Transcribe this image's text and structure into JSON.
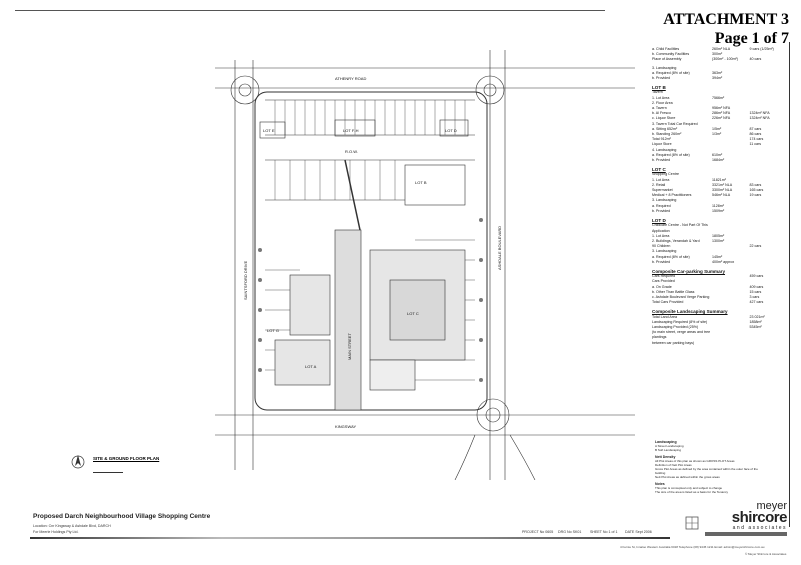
{
  "header": {
    "attachment": "ATTACHMENT 3",
    "page": "Page 1 of 7"
  },
  "plan": {
    "roads": {
      "north": "ATHENRY ROAD",
      "south": "KINGSWAY",
      "west": "SAINTSFORD DRIVE",
      "east": "ASHDALE BOULEVARD",
      "internal": "MAIN STREET",
      "row": "R.O.W."
    },
    "lots": [
      "LOT A",
      "LOT B",
      "LOT C",
      "LOT D",
      "LOT E",
      "LOT F-H",
      "LOT G"
    ],
    "drawing_title": "SITE & GROUND FLOOR PLAN"
  },
  "schedule": [
    {
      "heading": "",
      "rows": [
        [
          "a. Child Facilities",
          "260m² NLA",
          "9 cars (1/25m²)"
        ],
        [
          "b. Community Facilities",
          "300m²",
          ""
        ],
        [
          "Place of Assembly",
          "(300m² - 100m²)",
          "40 cars"
        ]
      ]
    },
    {
      "heading": "",
      "rows": [
        [
          "3. Landscaping",
          "",
          ""
        ],
        [
          "a. Required (8% of site)",
          "363m²",
          ""
        ],
        [
          "b. Provided",
          "394m²",
          ""
        ]
      ]
    },
    {
      "heading": "LOT B",
      "rows": [
        [
          "Tavern",
          "",
          ""
        ],
        [
          "1. Lot Area",
          "7566m²",
          ""
        ],
        [
          "2. Floor Area",
          "",
          ""
        ],
        [
          "a. Tavern",
          "956m² NFA",
          ""
        ],
        [
          "b. Al Fresco",
          "286m² NFA",
          "1324m² NFA"
        ],
        [
          "c. Liquor Store",
          "226m² NFA",
          "1324m² NFA"
        ],
        [
          "3. Tavern Total Car Required",
          "",
          ""
        ],
        [
          "a. Sitting 652m²",
          "1/5m²",
          "87 cars"
        ],
        [
          "b. Standing 260m²",
          "1/3m²",
          "86 cars"
        ],
        [
          "Total 912m²",
          "",
          "174 cars"
        ],
        [
          "Liquor Store",
          "",
          "11 cars"
        ],
        [
          "4. Landscaping",
          "",
          ""
        ],
        [
          "a. Required (8% of site)",
          "610m²",
          ""
        ],
        [
          "b. Provided",
          "1684m²",
          ""
        ]
      ]
    },
    {
      "heading": "LOT C",
      "rows": [
        [
          "Shopping Centre",
          "",
          ""
        ],
        [
          "1. Lot Area",
          "11821m²",
          ""
        ],
        [
          "2. Retail",
          "3321m² NLA",
          "83 cars"
        ],
        [
          "Supermarket",
          "3300m² NLA",
          "165 cars"
        ],
        [
          "Medical + 8 Practitioners",
          "546m² NLA",
          "19 cars"
        ],
        [
          "3. Landscaping",
          "",
          ""
        ],
        [
          "a. Required",
          "1128m²",
          ""
        ],
        [
          "b. Provided",
          "1509m²",
          ""
        ]
      ]
    },
    {
      "heading": "LOT D",
      "rows": [
        [
          "Childcare Centre - Not Part Of This Application",
          "",
          ""
        ],
        [
          "1. Lot Area",
          "1805m²",
          ""
        ],
        [
          "2. Buildings, Verandah & Yard",
          "1300m²",
          ""
        ],
        [
          "90 Children",
          "",
          "22 cars"
        ],
        [
          "3. Landscaping",
          "",
          ""
        ],
        [
          "a. Required (8% of site)",
          "145m²",
          ""
        ],
        [
          "b. Provided",
          "400m² approx",
          ""
        ]
      ]
    },
    {
      "heading": "Composite Car-parking Summary",
      "rows": [
        [
          "Cars Required",
          "",
          "459 cars"
        ],
        [
          "Cars Provided",
          "",
          ""
        ],
        [
          "a. On Grade",
          "",
          "409 cars"
        ],
        [
          "b. Other Than Battle Glass",
          "",
          "15 cars"
        ],
        [
          "c. Ashdale Boulevard Verge Parking",
          "",
          "3 cars"
        ],
        [
          "Total Cars Provided",
          "",
          "427 cars"
        ]
      ]
    },
    {
      "heading": "Composite Landscaping Summary",
      "rows": [
        [
          "Total Land Area",
          "",
          "23 021m²"
        ],
        [
          "Landscaping Required (8% of site)",
          "",
          "1858m²"
        ],
        [
          "Landscaping Provided (25%)",
          "",
          "5345m²"
        ],
        [
          "(to main street, verge areas and tree plantings",
          "",
          ""
        ],
        [
          "between car parking bays)",
          "",
          ""
        ]
      ]
    }
  ],
  "notes": {
    "legend_title": "Landscaping",
    "legend": [
      "A  Street Landscaping",
      "B  Soft Landscaping"
    ],
    "sec1_title": "Nett Density",
    "sec1": [
      "All Plot Areas of this plan as shown as GROSS PLOT Areas",
      "Definition of Nett Plot Areas",
      "Gross Plot Areas as defined by the area contained within the outer face of the building",
      "Nett Plot Areas as defined within the gross areas"
    ],
    "sec2_title": "Notes",
    "sec2": [
      "This plan is conceptual only and subject to change",
      "The size of the area is listed as a basis for the Tenancy"
    ]
  },
  "footer": {
    "project_title": "Proposed Darch Neighbourhood Village Shopping Centre",
    "location": "Location: Cnr Kingsway & Ashdale Blvd, DARCH",
    "client": "For Meerle Holdings Pty Ltd.",
    "project_no": "PROJECT No 0605",
    "drg_no": "DRG No SK01",
    "sheet": "SHEET No 1 of 1",
    "date": "DATE Sept 2006",
    "address": "4 Fernie St, Innaloo  Western Australia 6018   Telephone (08) 9445 1211  Email: admin@meyershircore.com.au",
    "copyright": "© Meyer Shircore & Associates",
    "logo_top": "meyer",
    "logo_main": "shircore",
    "logo_sub": "and associates"
  }
}
